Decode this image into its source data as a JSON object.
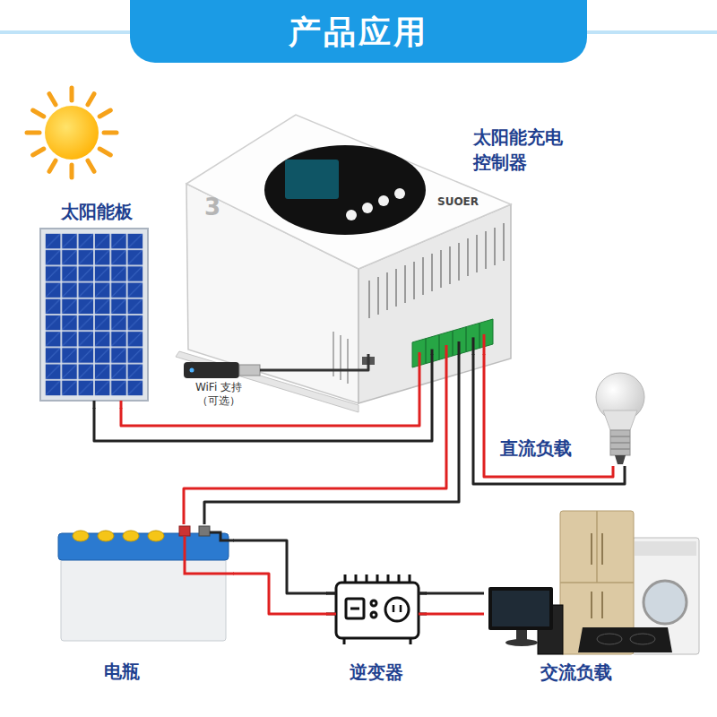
{
  "diagram": {
    "title": "产品应用",
    "nodes": [
      {
        "text": [
          "太阳能板"
        ]
      },
      {
        "text": [
          "太阳能充电 控制器"
        ]
      },
      {
        "text": [
          "WiFi 支持 （可选）"
        ]
      },
      {
        "text": [
          "直流负载"
        ]
      },
      {
        "text": [
          "电瓶"
        ]
      },
      {
        "text": [
          "逆变器"
        ]
      },
      {
        "text": [
          "交流负载"
        ]
      }
    ],
    "edges": [
      {
        "from": 0,
        "to": 1,
        "arrow": "none"
      },
      {
        "from": 2,
        "to": 1,
        "arrow": "none"
      },
      {
        "from": 1,
        "to": 3,
        "arrow": "none"
      },
      {
        "from": 1,
        "to": 4,
        "arrow": "none"
      },
      {
        "from": 4,
        "to": 5,
        "arrow": "none"
      },
      {
        "from": 5,
        "to": 6,
        "arrow": "none"
      }
    ],
    "labels": [
      "3",
      "SUOER"
    ]
  }
}
